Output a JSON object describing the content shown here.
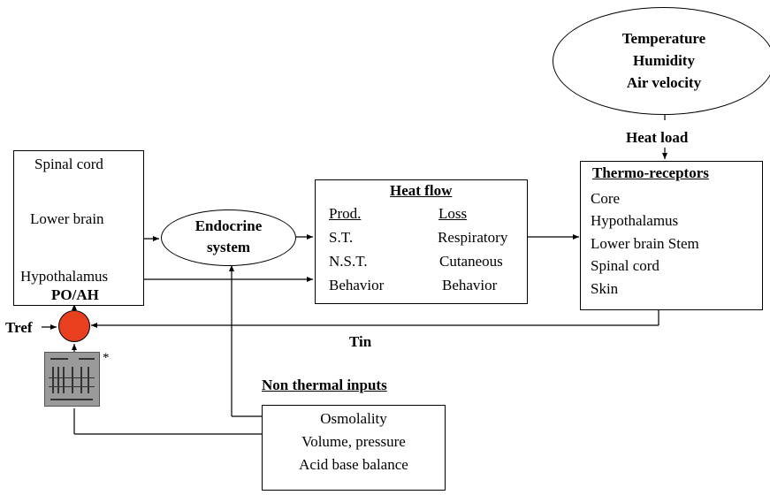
{
  "environment": {
    "lines": [
      "Temperature",
      "Humidity",
      "Air velocity"
    ],
    "heat_load_label": "Heat load"
  },
  "brain_box": {
    "spinal_cord": "Spinal cord",
    "lower_brain": "Lower brain",
    "hypothalamus": "Hypothalamus",
    "po_ah": "PO/AH"
  },
  "endocrine": {
    "line1": "Endocrine",
    "line2": "system"
  },
  "heat_flow": {
    "title": "Heat flow",
    "prod_header": "Prod.",
    "loss_header": "Loss",
    "prod_items": [
      "S.T.",
      "N.S.T.",
      "Behavior"
    ],
    "loss_items": [
      "Respiratory",
      "Cutaneous",
      "Behavior"
    ]
  },
  "thermo_receptors": {
    "title": "Thermo-receptors",
    "items": [
      "Core",
      "Hypothalamus",
      "Lower brain Stem",
      "Spinal cord",
      "Skin"
    ]
  },
  "comparator": {
    "tref_label": "Tref",
    "tin_label": "Tin",
    "asterisk": "*"
  },
  "non_thermal": {
    "title": "Non thermal inputs",
    "items": [
      "Osmolality",
      "Volume, pressure",
      "Acid base balance"
    ]
  },
  "colors": {
    "comparator_fill": "#e8401f",
    "thumbnail_fill": "#9a9a9a"
  }
}
